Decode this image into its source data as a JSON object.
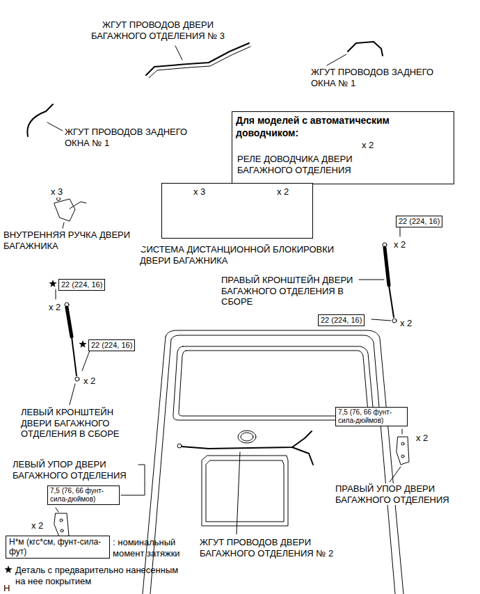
{
  "diagram": {
    "nodes": [
      {
        "text": [
          "Для моделей с автоматическим доводчиком:",
          "РЕЛЕ ДОВОДЧИКА ДВЕРИ БАГАЖНОГО ОТДЕЛЕНИЯ"
        ]
      },
      {
        "text": [
          "СИСТЕМА ДИСТАНЦИОННОЙ БЛОКИРОВКИ ДВЕРИ БАГАЖНИКА"
        ]
      },
      {
        "text": [
          "22 (224, 16)"
        ]
      },
      {
        "text": [
          "22 (224, 16)"
        ]
      },
      {
        "text": [
          "22 (224, 16)"
        ]
      },
      {
        "text": [
          "22 (224, 16)"
        ]
      },
      {
        "text": [
          "7,5 (76, 66 фунт-сила-дюймов)"
        ]
      },
      {
        "text": [
          "7,5 (76, 66 фунт-сила-дюймов)"
        ]
      },
      {
        "text": [
          "Н*м (кгс*см, фунт-сила-фут)"
        ]
      }
    ],
    "labels": [
      "ЖГУТ ПРОВОДОВ ДВЕРИ БАГАЖНОГО ОТДЕЛЕНИЯ № 3",
      "ЖГУТ ПРОВОДОВ ЗАДНЕГО ОКНА № 1",
      "ЖГУТ ПРОВОДОВ ЗАДНЕГО ОКНА № 1",
      "x 2",
      "x 3",
      "ВНУТРЕННЯЯ РУЧКА ДВЕРИ БАГАЖНИКА",
      "x 3",
      "x 2",
      "ПРАВЫЙ КРОНШТЕЙН ДВЕРИ БАГАЖНОГО ОТДЕЛЕНИЯ В СБОРЕ",
      "x 2",
      "x 2",
      "x 2",
      "x 2",
      "ЛЕВЫЙ КРОНШТЕЙН ДВЕРИ БАГАЖНОГО ОТДЕЛЕНИЯ В СБОРЕ",
      "x 2",
      "ПРАВЫЙ УПОР ДВЕРИ БАГАЖНОГО ОТДЕЛЕНИЯ",
      "ЛЕВЫЙ УПОР ДВЕРИ БАГАЖНОГО ОТДЕЛЕНИЯ",
      "x 2",
      "ЖГУТ ПРОВОДОВ ДВЕРИ БАГАЖНОГО ОТДЕЛЕНИЯ № 2",
      "H"
    ],
    "legend": [
      {
        "text": ": номинальный момент затяжки"
      },
      {
        "text": "Деталь с предварительно нанесенным на нее покрытием"
      }
    ]
  }
}
